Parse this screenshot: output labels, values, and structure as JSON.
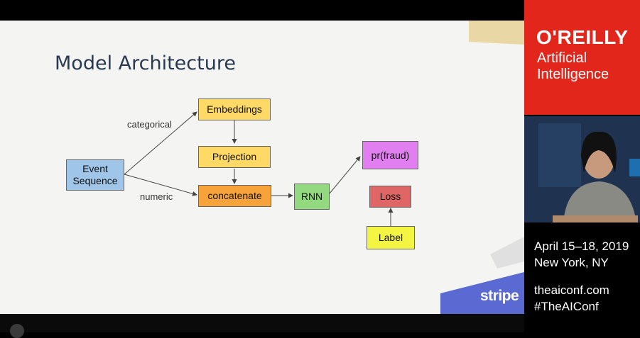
{
  "slide": {
    "title": "Model Architecture",
    "nodes": {
      "event_sequence": "Event\nSequence",
      "embeddings": "Embeddings",
      "projection": "Projection",
      "concatenate": "concatenate",
      "rnn": "RNN",
      "pr_fraud": "pr(fraud)",
      "loss": "Loss",
      "label": "Label"
    },
    "edge_labels": {
      "categorical": "categorical",
      "numeric": "numeric"
    },
    "sponsor": "stripe"
  },
  "sidebar": {
    "brand": "O'REILLY",
    "brand_sub": "Artificial\nIntelligence",
    "date": "April 15–18, 2019",
    "location": "New York, NY",
    "website": "theaiconf.com",
    "hashtag": "#TheAIConf"
  },
  "colors": {
    "event_sequence": "#9fc5e8",
    "embeddings": "#ffd966",
    "projection": "#ffd966",
    "concatenate": "#f6a33b",
    "rnn": "#93d97f",
    "pr_fraud": "#e27ff0",
    "loss": "#e06666",
    "label": "#f4f442",
    "brand": "#e3261c",
    "title": "#283a52"
  }
}
